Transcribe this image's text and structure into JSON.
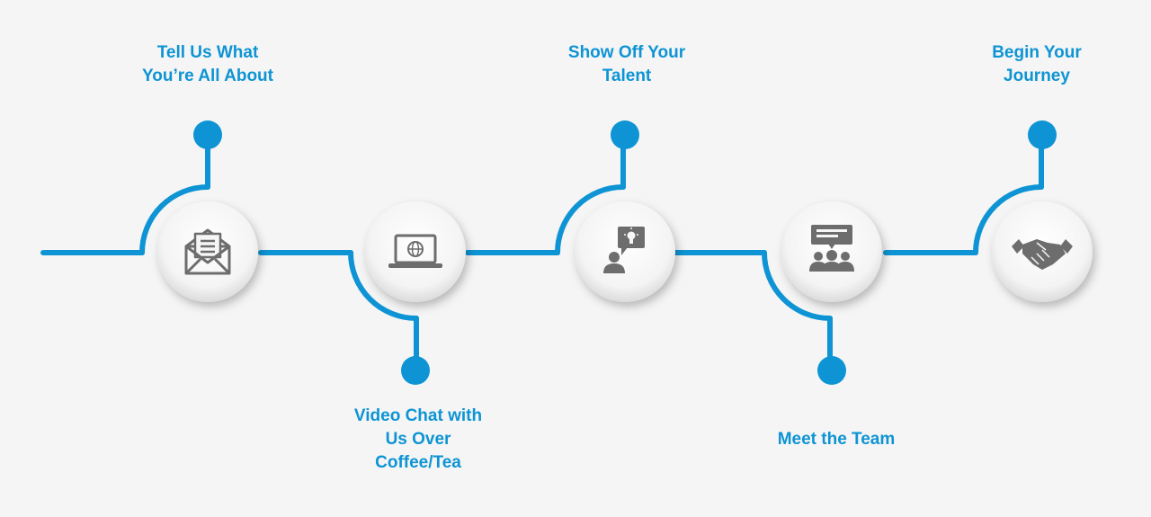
{
  "colors": {
    "accent": "#0e94d4",
    "icon": "#6d6d6d",
    "background": "#f5f5f5"
  },
  "steps": [
    {
      "label": "Tell Us What\nYou’re All About",
      "icon": "envelope-icon"
    },
    {
      "label": "Video Chat with\nUs Over\nCoffee/Tea",
      "icon": "laptop-globe-icon"
    },
    {
      "label": "Show Off Your\nTalent",
      "icon": "presenter-idea-icon"
    },
    {
      "label": "Meet the Team",
      "icon": "team-meeting-icon"
    },
    {
      "label": "Begin Your\nJourney",
      "icon": "handshake-icon"
    }
  ]
}
